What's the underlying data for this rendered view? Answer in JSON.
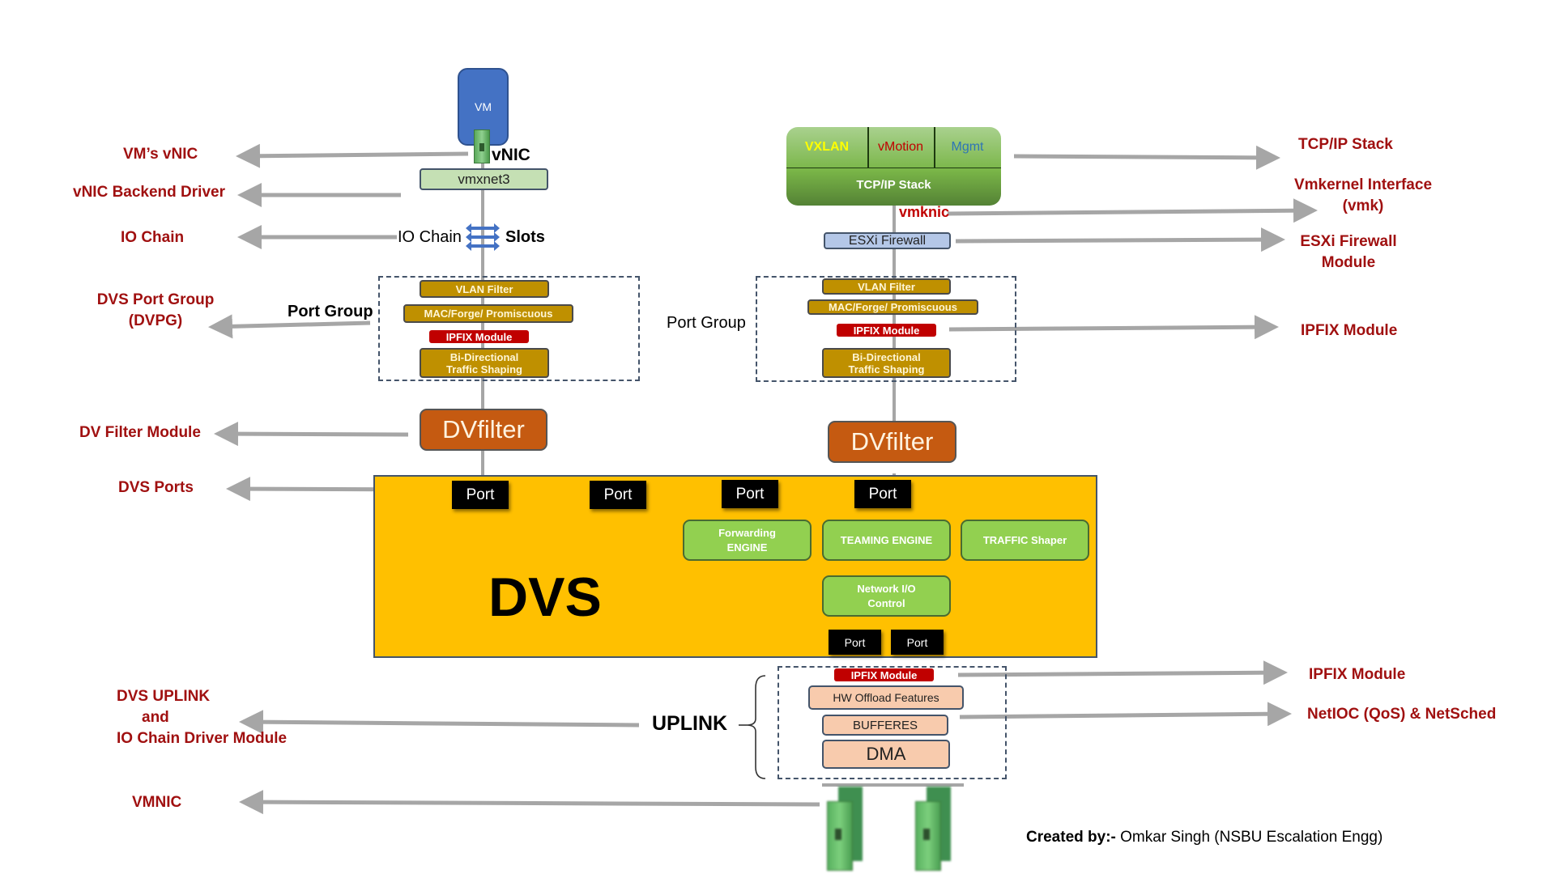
{
  "left_labels": {
    "vm_vnic": "VM’s vNIC",
    "vnic_backend": "vNIC Backend  Driver",
    "io_chain": "IO Chain",
    "dvpg_line1": "DVS Port Group",
    "dvpg_line2": "(DVPG)",
    "dv_filter_module": "DV Filter Module",
    "dvs_ports": "DVS Ports",
    "uplink_line1": "DVS UPLINK",
    "uplink_line2": "and",
    "uplink_line3": "IO Chain Driver Module",
    "vmnic": "VMNIC"
  },
  "right_labels": {
    "tcpip_stack": "TCP/IP  Stack",
    "vmk_line1": "Vmkernel Interface",
    "vmk_line2": "(vmk)",
    "firewall_line1": "ESXi Firewall",
    "firewall_line2": "Module",
    "ipfix_top": "IPFIX Module",
    "ipfix_bottom": "IPFIX Module",
    "netioc": "NetIOC (QoS)  & NetSched"
  },
  "vm_stack": {
    "vm": "VM",
    "vnic": "vNIC",
    "vmxnet3": "vmxnet3",
    "io_chain": "IO Chain",
    "slots": "Slots",
    "port_group": "Port Group"
  },
  "vmk_stack": {
    "vxlan": "VXLAN",
    "vmotion": "vMotion",
    "mgmt": "Mgmt",
    "tcpip": "TCP/IP Stack",
    "vmknic": "vmknic",
    "firewall": "ESXi Firewall",
    "port_group": "Port Group"
  },
  "port_group_modules": {
    "vlan_filter": "VLAN Filter",
    "mac_forge": "MAC/Forge/ Promiscuous",
    "ipfix": "IPFIX Module",
    "shaping_line1": "Bi-Directional",
    "shaping_line2": "Traffic Shaping"
  },
  "dvfilter": "DVfilter",
  "dvs": {
    "title": "DVS",
    "port": "Port",
    "forwarding_line1": "Forwarding",
    "forwarding_line2": "ENGINE",
    "teaming": "TEAMING ENGINE",
    "traffic_shaper": "TRAFFIC Shaper",
    "nioc_line1": "Network I/O",
    "nioc_line2": "Control"
  },
  "uplink": {
    "label": "UPLINK",
    "ipfix": "IPFIX Module",
    "hw_offload": "HW Offload Features",
    "buffers": "BUFFERES",
    "dma": "DMA"
  },
  "credit": {
    "prefix": "Created by:-",
    "name": "Omkar Singh (NSBU Escalation Engg)"
  },
  "colors": {
    "label_red": "#a01010",
    "gold": "#bf9000",
    "ipfix_red": "#c00000",
    "dvfilter_orange": "#c55a11",
    "dvs_yellow": "#ffc000",
    "engine_green": "#92d050",
    "peach": "#f8cbad",
    "vm_blue": "#4472c4"
  }
}
